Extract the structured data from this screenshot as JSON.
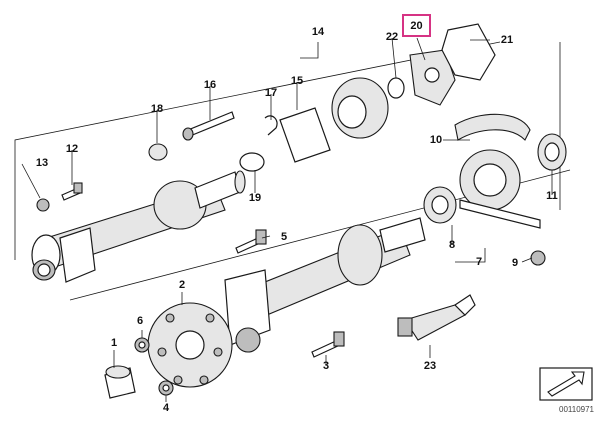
{
  "diagram": {
    "reference_number": "00110971",
    "highlight_color": "#d63384",
    "callouts": [
      {
        "id": "1",
        "label": "1"
      },
      {
        "id": "2",
        "label": "2"
      },
      {
        "id": "3",
        "label": "3"
      },
      {
        "id": "4",
        "label": "4"
      },
      {
        "id": "5",
        "label": "5"
      },
      {
        "id": "6",
        "label": "6"
      },
      {
        "id": "7",
        "label": "7"
      },
      {
        "id": "8",
        "label": "8"
      },
      {
        "id": "9",
        "label": "9"
      },
      {
        "id": "10",
        "label": "10"
      },
      {
        "id": "11",
        "label": "11"
      },
      {
        "id": "12",
        "label": "12"
      },
      {
        "id": "13",
        "label": "13"
      },
      {
        "id": "14",
        "label": "14"
      },
      {
        "id": "15",
        "label": "15"
      },
      {
        "id": "16",
        "label": "16"
      },
      {
        "id": "17",
        "label": "17"
      },
      {
        "id": "18",
        "label": "18"
      },
      {
        "id": "19",
        "label": "19"
      },
      {
        "id": "20",
        "label": "20",
        "highlighted": true
      },
      {
        "id": "21",
        "label": "21"
      },
      {
        "id": "22",
        "label": "22"
      },
      {
        "id": "23",
        "label": "23"
      }
    ],
    "nav_icon": "arrow-right-icon"
  }
}
